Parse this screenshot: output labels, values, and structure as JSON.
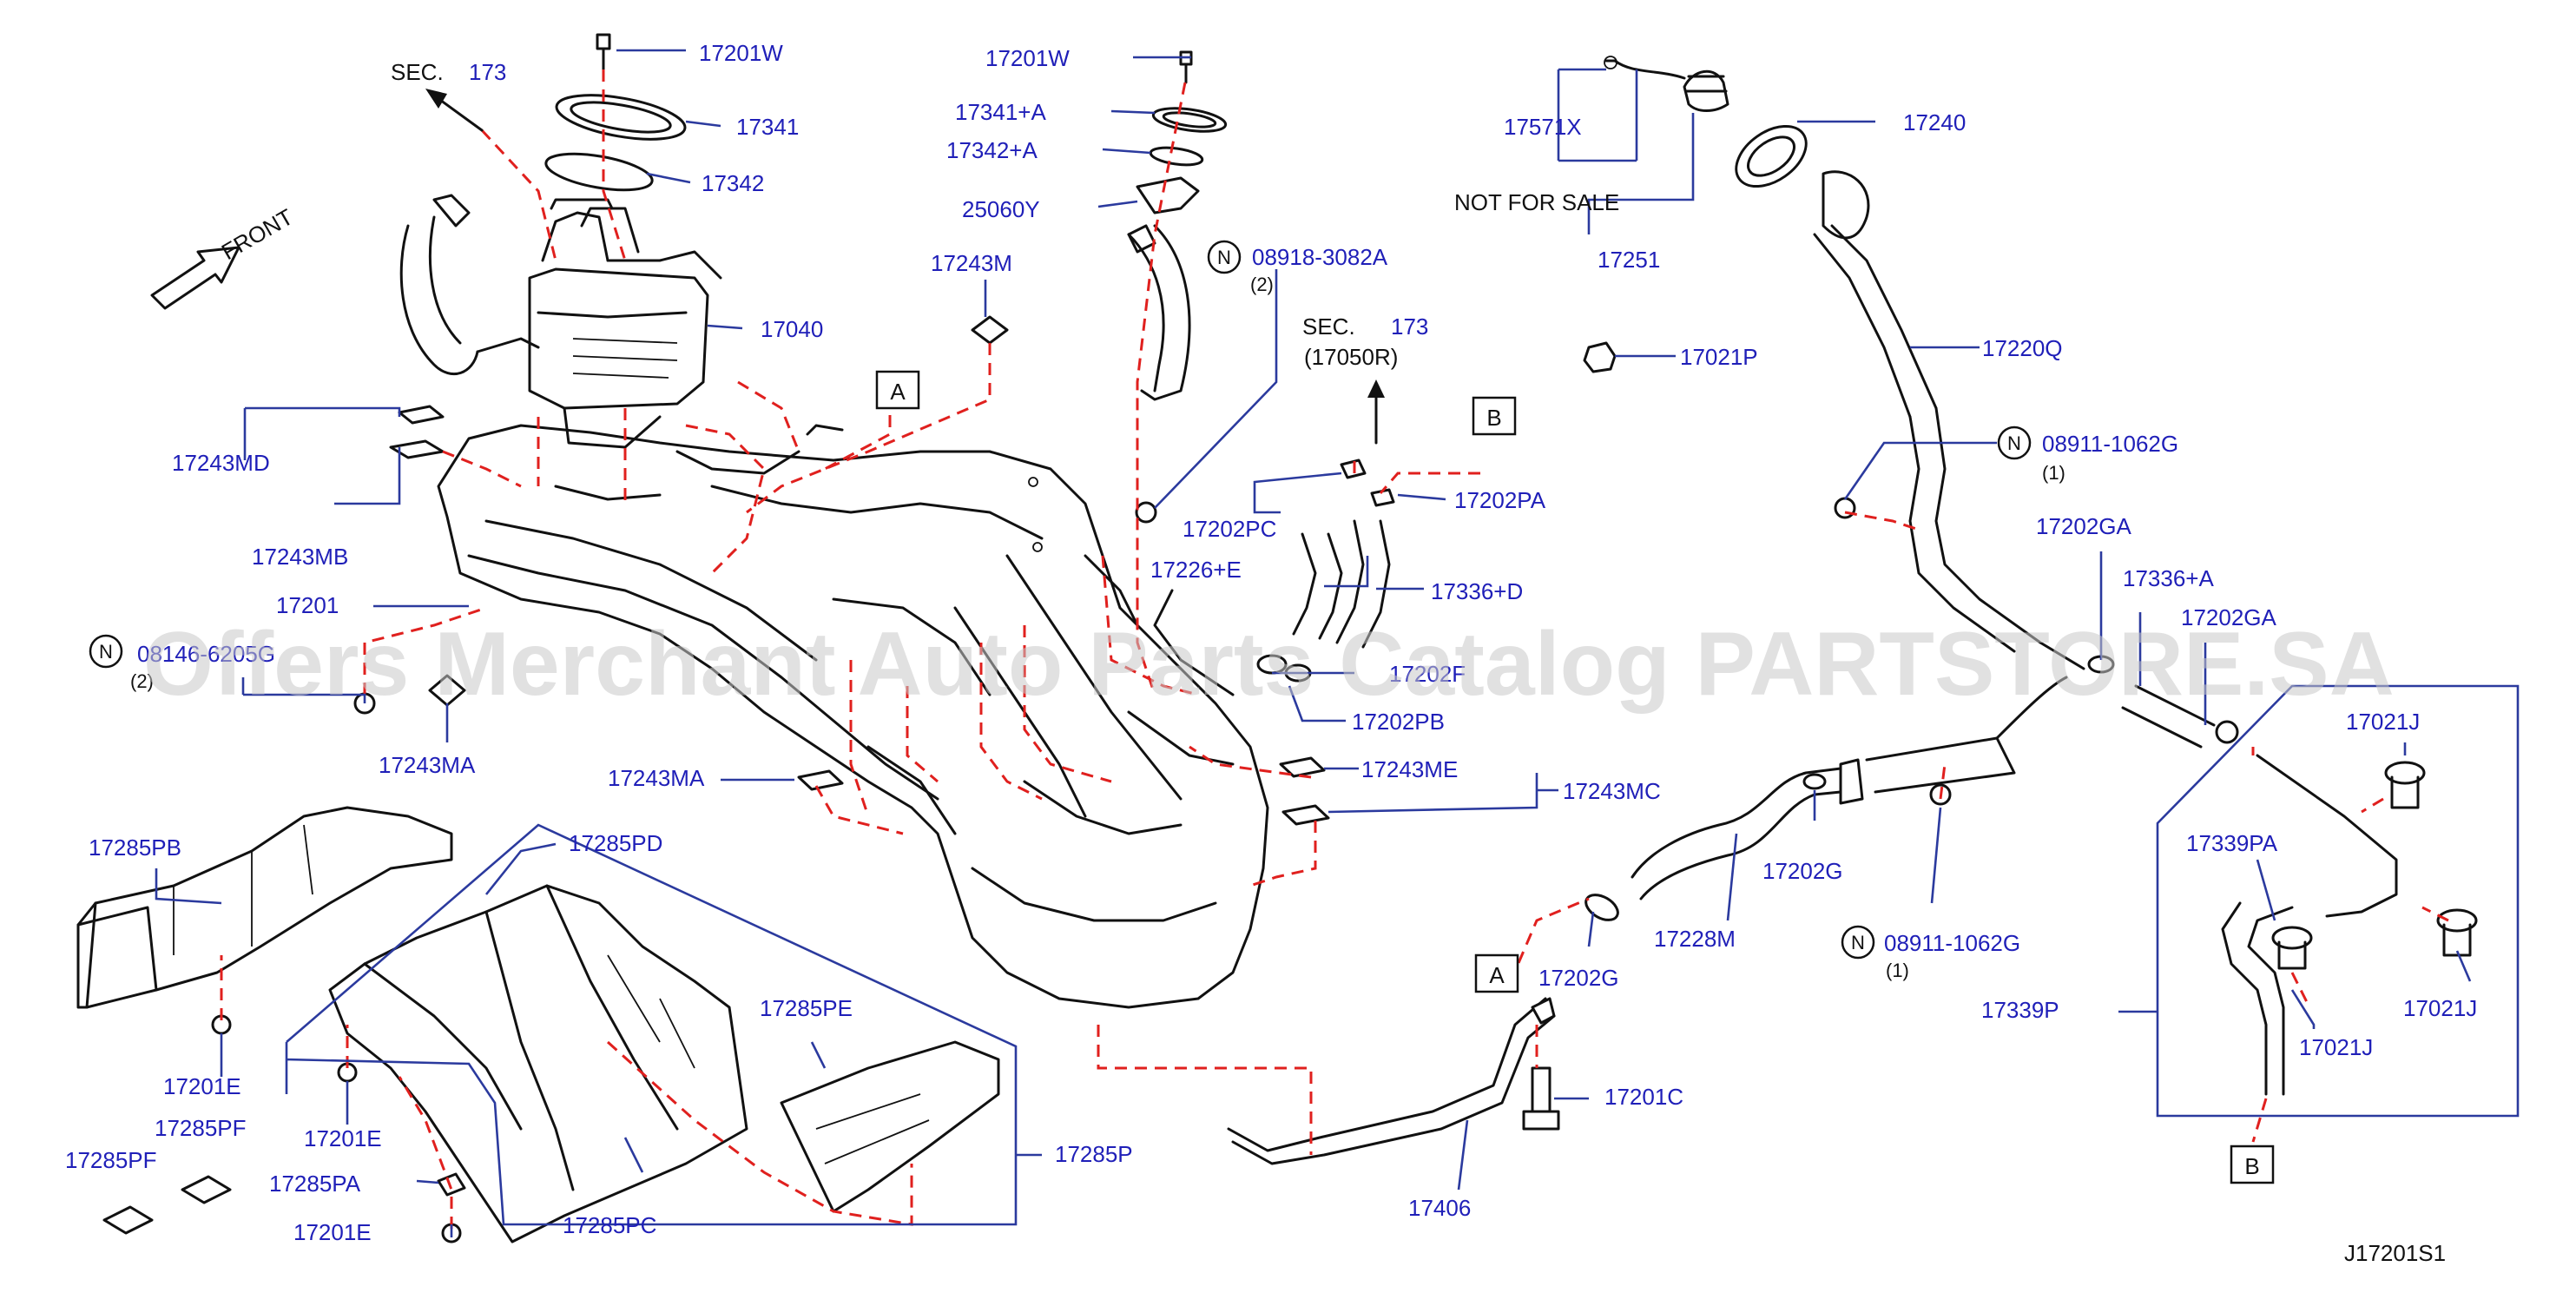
{
  "colors": {
    "part_number": "#1f1fb8",
    "leader": "#2b3a9e",
    "dashed": "#e0201e",
    "line": "#111111",
    "watermark": "#c9c9c9"
  },
  "watermark": "Offers Merchant Auto Parts Catalog PARTSTORE.SA",
  "diagram_id": "J17201S1",
  "front_label": "FRONT",
  "not_for_sale": "NOT    FOR    SALE",
  "sec1": {
    "prefix": "SEC.",
    "num": "173"
  },
  "sec2": {
    "prefix": "SEC.",
    "num": "173",
    "ref": "(17050R)"
  },
  "callouts": {
    "a": "A",
    "b": "B"
  },
  "labels": {
    "p17201W_1": "17201W",
    "p17341": "17341",
    "p17342": "17342",
    "p17040": "17040",
    "p17201W_2": "17201W",
    "p17341A": "17341+A",
    "p17342A": "17342+A",
    "p25060Y": "25060Y",
    "p17243M": "17243M",
    "p08918": "08918-3082A",
    "q08918": "(2)",
    "p17571X": "17571X",
    "p17251": "17251",
    "p17240": "17240",
    "p17021P": "17021P",
    "p17220Q": "17220Q",
    "p08911_1": "08911-1062G",
    "q08911_1": "(1)",
    "p17243MD": "17243MD",
    "p17243MB": "17243MB",
    "p17201": "17201",
    "p08146": "08146-6205G",
    "q08146": "(2)",
    "p17243MA_1": "17243MA",
    "p17202PC": "17202PC",
    "p17202PA": "17202PA",
    "p17226E": "17226+E",
    "p17336D": "17336+D",
    "p17202F": "17202F",
    "p17202PB": "17202PB",
    "p17202GA_1": "17202GA",
    "p17336A": "17336+A",
    "p17202GA_2": "17202GA",
    "p17243MA_2": "17243MA",
    "p17243ME": "17243ME",
    "p17243MC": "17243MC",
    "p17285PB": "17285PB",
    "p17285PD": "17285PD",
    "p17285PE": "17285PE",
    "p17201E_1": "17201E",
    "p17201E_2": "17201E",
    "p17201E_3": "17201E",
    "p17285PF_1": "17285PF",
    "p17285PF_2": "17285PF",
    "p17285PA": "17285PA",
    "p17285PC": "17285PC",
    "p17285P": "17285P",
    "p17202G_1": "17202G",
    "p17228M": "17228M",
    "p08911_2": "08911-1062G",
    "q08911_2": "(1)",
    "p17202G_2": "17202G",
    "p17201C": "17201C",
    "p17406": "17406",
    "p17021J_1": "17021J",
    "p17339PA": "17339PA",
    "p17339P": "17339P",
    "p17021J_2": "17021J",
    "p17021J_3": "17021J"
  },
  "n_marker": "N"
}
